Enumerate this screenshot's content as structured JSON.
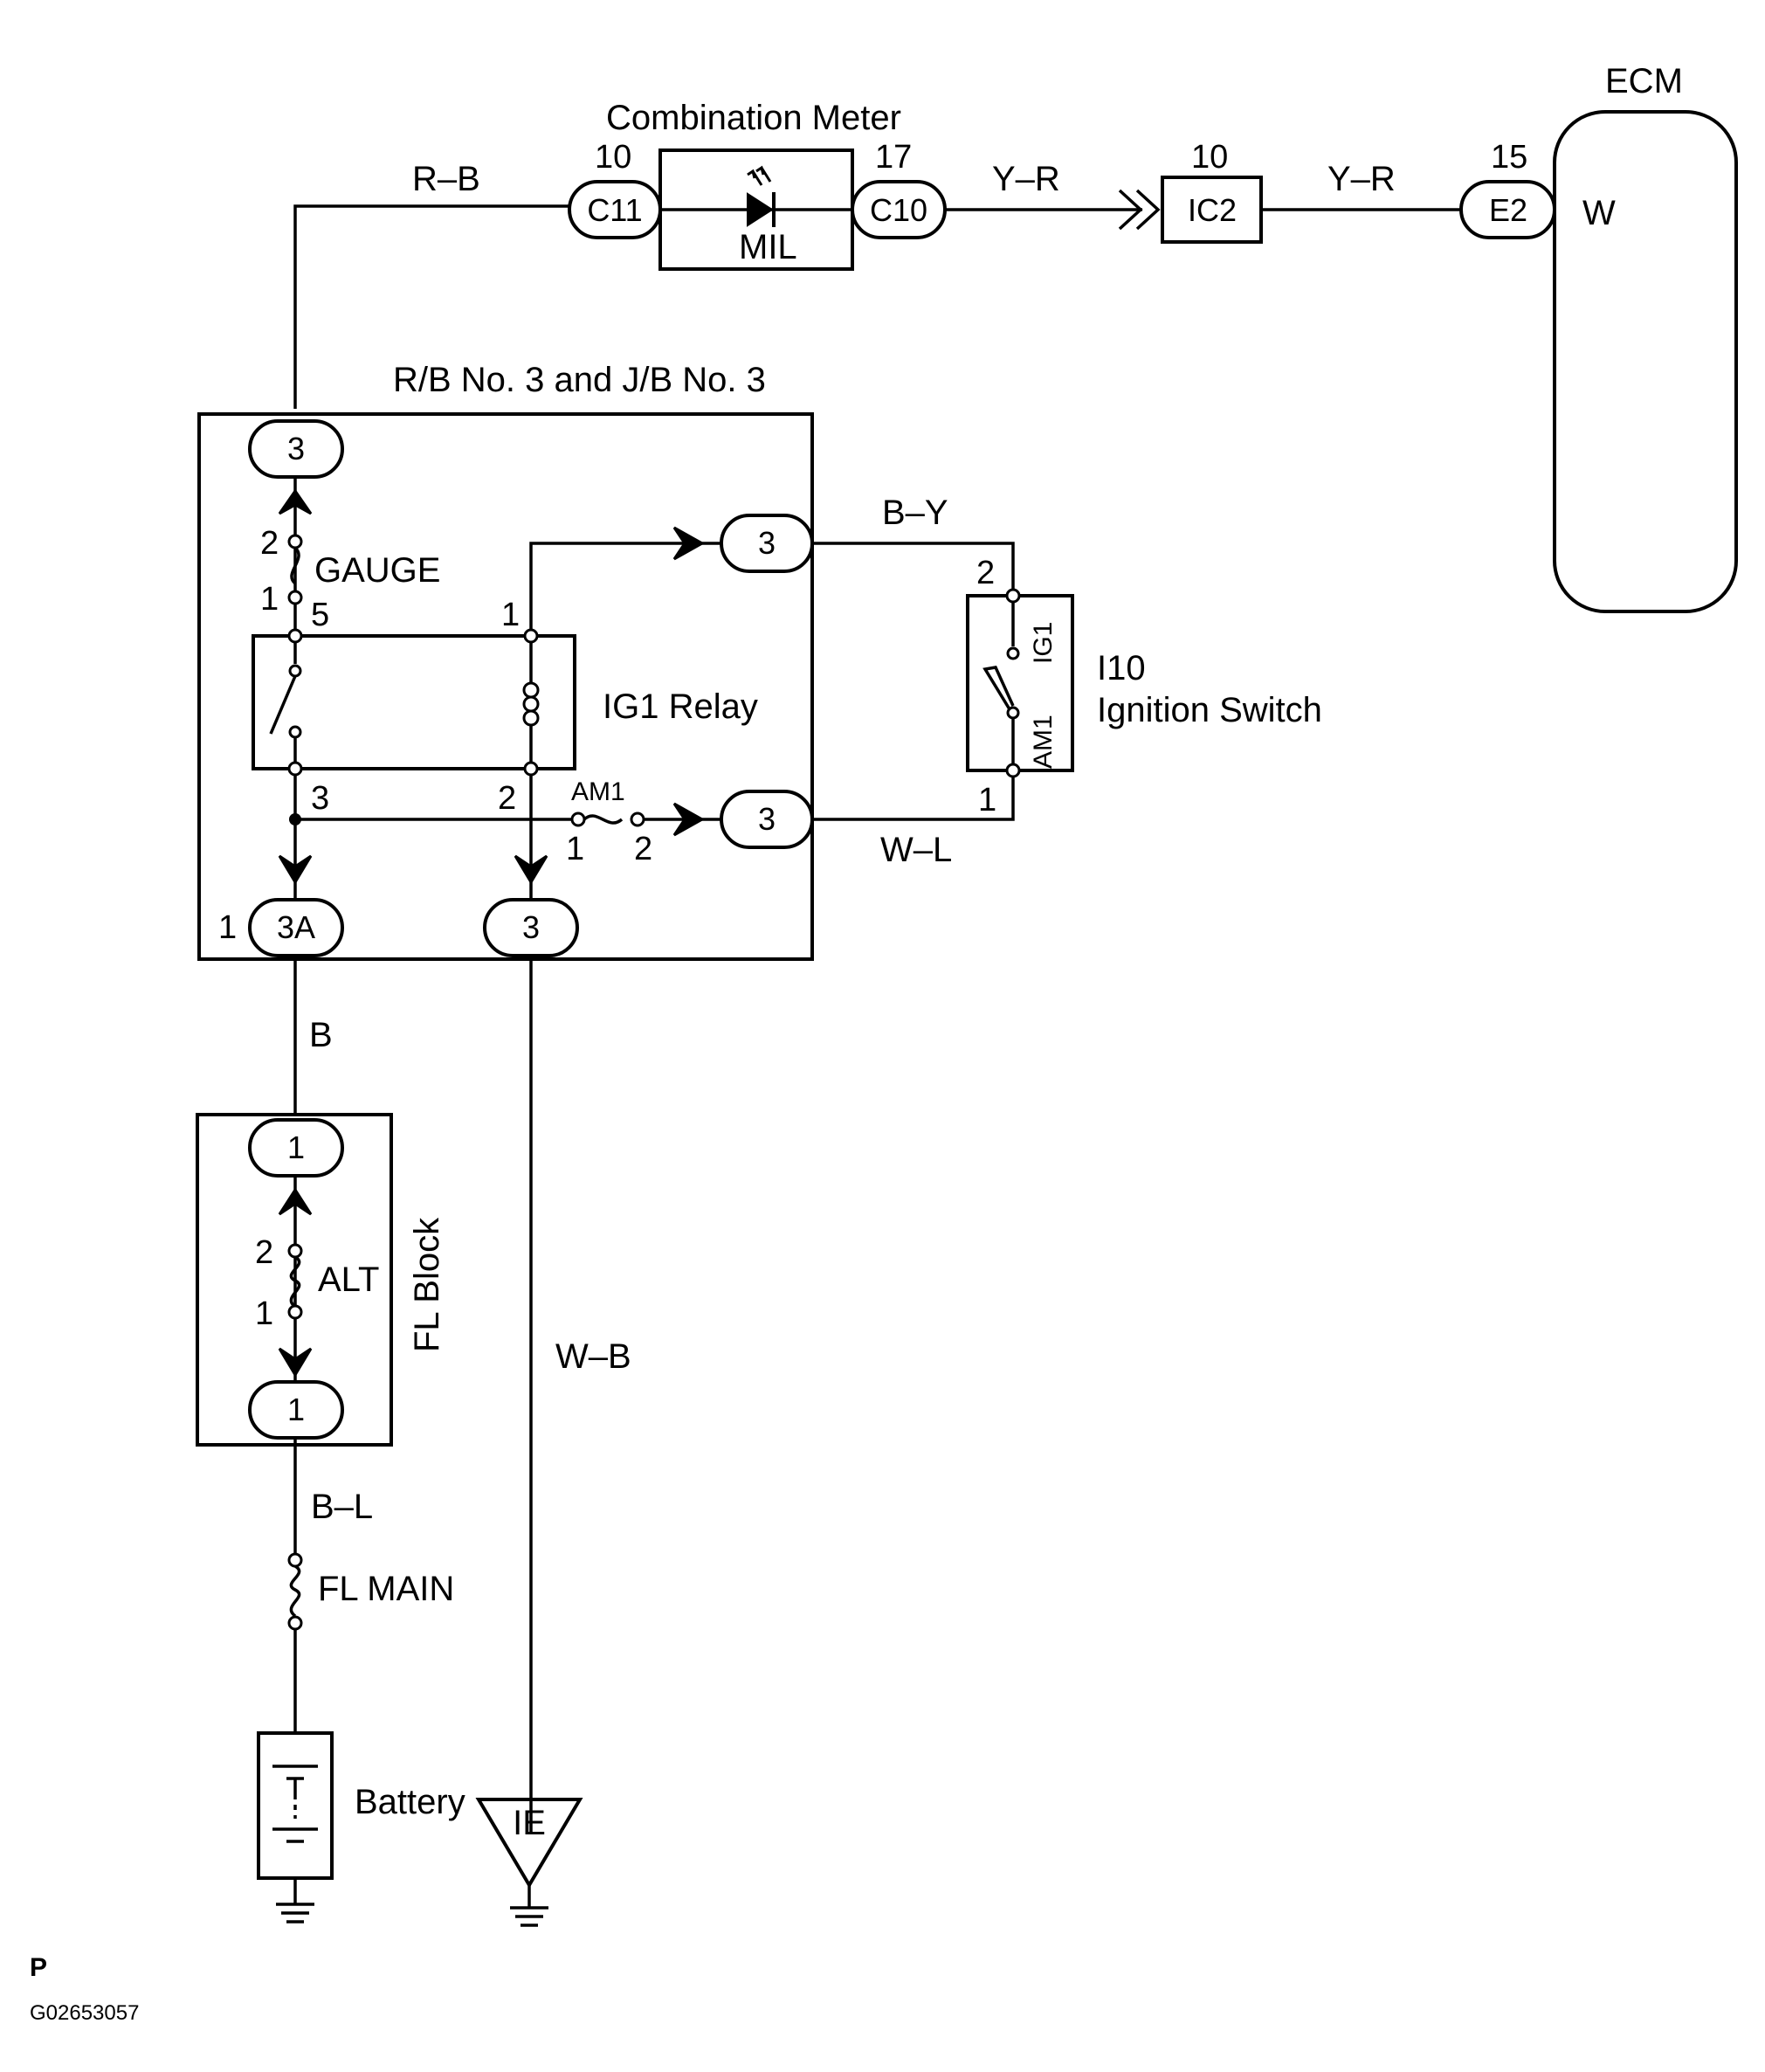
{
  "components": {
    "ecm": {
      "label": "ECM",
      "pin_number": "15",
      "connector": "E2",
      "terminal": "W"
    },
    "combination_meter": {
      "label": "Combination Meter",
      "pin_left": "10",
      "connector_left": "C11",
      "pin_right": "17",
      "connector_right": "C10",
      "lamp": "MIL"
    },
    "ic2": {
      "pin_number": "10",
      "label": "IC2"
    },
    "rb_jb": {
      "label": "R/B No. 3 and J/B No. 3"
    },
    "gauge_fuse": {
      "label": "GAUGE",
      "pin_top": "2",
      "pin_bottom": "1"
    },
    "ig1_relay": {
      "label": "IG1 Relay",
      "pin_5": "5",
      "pin_1": "1",
      "pin_3": "3",
      "pin_2": "2"
    },
    "am1_fuse": {
      "label": "AM1",
      "pin_left": "1",
      "pin_right": "2"
    },
    "ignition_switch": {
      "code": "I10",
      "label": "Ignition Switch",
      "pin_top": "2",
      "pin_bottom": "1",
      "contact_ig1": "IG1",
      "contact_am1": "AM1"
    },
    "fl_block": {
      "label": "FL Block",
      "alt_label": "ALT",
      "pin_top": "2",
      "pin_bottom": "1"
    },
    "fl_main": {
      "label": "FL MAIN"
    },
    "battery": {
      "label": "Battery"
    },
    "ground": {
      "label": "IE"
    }
  },
  "connectors": {
    "rb_top": "3",
    "rb_by": "3",
    "rb_wl": "3",
    "rb_3a": "3A",
    "rb_3a_pin": "1",
    "rb_ground": "3",
    "fl_top": "1",
    "fl_bottom": "1"
  },
  "wires": {
    "rb": "R–B",
    "yr_left": "Y–R",
    "yr_right": "Y–R",
    "by": "B–Y",
    "wl": "W–L",
    "b": "B",
    "wb": "W–B",
    "bl": "B–L"
  },
  "footer": {
    "code": "P",
    "figure_id": "G02653057"
  }
}
